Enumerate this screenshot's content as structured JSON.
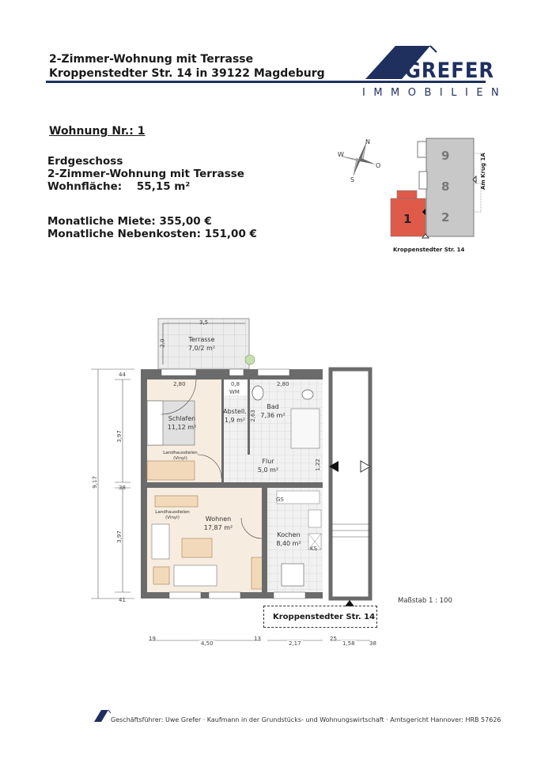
{
  "header": {
    "title_line1": "2-Zimmer-Wohnung mit Terrasse",
    "title_line2": "Kroppenstedter Str. 14 in 39122 Magdeburg",
    "brand_color": "#1f2f5e"
  },
  "logo": {
    "name": "GREFER",
    "subtitle": "IMMOBILIEN"
  },
  "unit": {
    "title": "Wohnung Nr.: 1",
    "floor": "Erdgeschoss",
    "type": "2-Zimmer-Wohnung mit Terrasse",
    "area_label": "Wohnfläche:",
    "area_value": "55,15 m²",
    "rent_label": "Monatliche Miete:",
    "rent_value": "355,00 €",
    "extra_costs_label": "Monatliche Nebenkosten:",
    "extra_costs_value": "151,00 €"
  },
  "site_plan": {
    "compass": {
      "n": "N",
      "s": "S",
      "w": "W",
      "o": "O"
    },
    "units": [
      "9",
      "8",
      "2",
      "1"
    ],
    "highlight_unit": "1",
    "highlight_color": "#e05a4a",
    "building_color": "#c8c8c8",
    "side_street": "Am Krug 1A",
    "front_street": "Kroppenstedter Str. 14"
  },
  "floor_plan": {
    "rooms": [
      {
        "name": "Terrasse",
        "area": "7,0/2 m²"
      },
      {
        "name": "Schlafen",
        "area": "11,12 m²"
      },
      {
        "name": "Abstell.",
        "area": "1,9 m²"
      },
      {
        "name": "Bad",
        "area": "7,36 m²"
      },
      {
        "name": "Flur",
        "area": "5,0 m²"
      },
      {
        "name": "Wohnen",
        "area": "17,87 m²"
      },
      {
        "name": "Kochen",
        "area": "8,40 m²"
      }
    ],
    "flooring_label_1": "Landhausdielen",
    "flooring_label_2": "(Vinyl)",
    "appliances": {
      "wm": "WM",
      "gs": "GS",
      "ks": "KS"
    },
    "dimensions": {
      "terrace_width": "3,5",
      "terrace_depth": "2,0",
      "schlafen_width": "2,80",
      "abstell_width": "0,8",
      "bad_width": "2,80",
      "bad_depth": "2,63",
      "flur_door": "1,22",
      "total_height": "9,17",
      "top_wall": "44",
      "upper_room": "3,97",
      "mid_wall": "38",
      "lower_room": "3,97",
      "bottom_wall": "41",
      "bottom": [
        "19",
        "4,50",
        "13",
        "2,17",
        "25",
        "1,58",
        "38"
      ]
    },
    "street_label": "Kroppenstedter Str. 14",
    "scale": "Maßstab 1 : 100"
  },
  "footer": {
    "text": "Geschäftsführer: Uwe Grefer · Kaufmann in der Grundstücks- und Wohnungswirtschaft · Amtsgericht Hannover: HRB 57626"
  }
}
